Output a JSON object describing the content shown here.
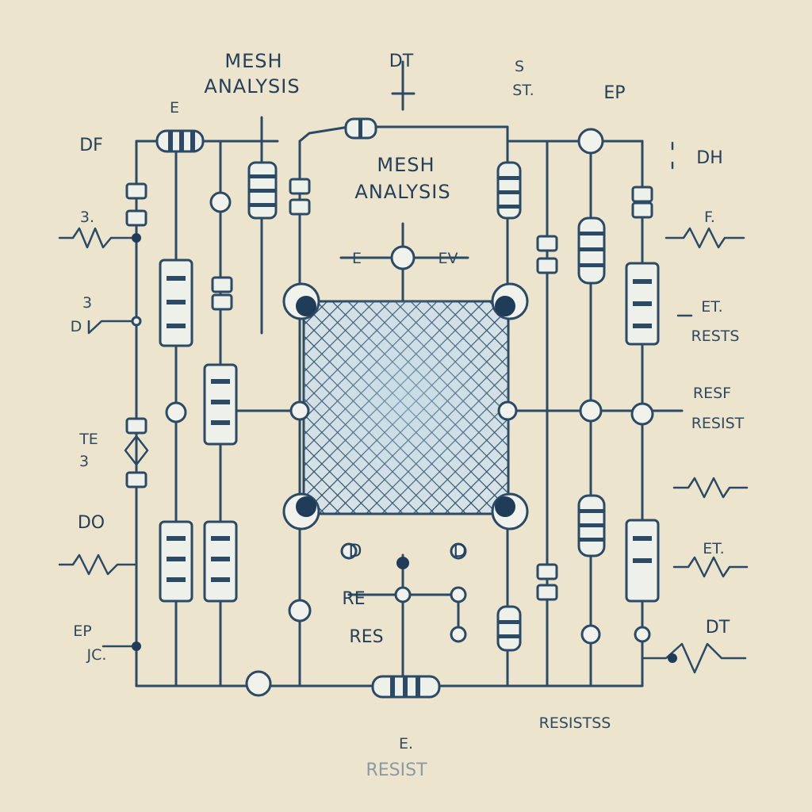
{
  "labels": {
    "top_title_1": "MESH",
    "top_title_2": "ANALYSIS",
    "center_title_1": "MESH",
    "center_title_2": "ANALYSIS",
    "top_dt": "DT",
    "top_st": "ST.",
    "top_s": "S",
    "top_e": "E",
    "top_ep": "EP",
    "left_df": "DF",
    "left_3_1": "3.",
    "left_3_2": "3",
    "left_d": "D",
    "left_te": "TE",
    "left_3_3": "3",
    "left_do": "DO",
    "left_ep": "EP",
    "left_jc": "JC.",
    "right_dh": "DH",
    "right_f": "F.",
    "right_et": "ET.",
    "right_rests": "RESTS",
    "right_resf": "RESF",
    "right_resist": "RESIST",
    "right_et2": "ET.",
    "right_dt": "DT",
    "center_e": "E",
    "center_ev": "EV",
    "lower_d1": "D",
    "lower_d2": "D",
    "lower_re": "RE",
    "lower_res": "RES",
    "bottom_resistss": "RESISTSS",
    "bottom_e": "E.",
    "bottom_resist": "RESIST"
  }
}
